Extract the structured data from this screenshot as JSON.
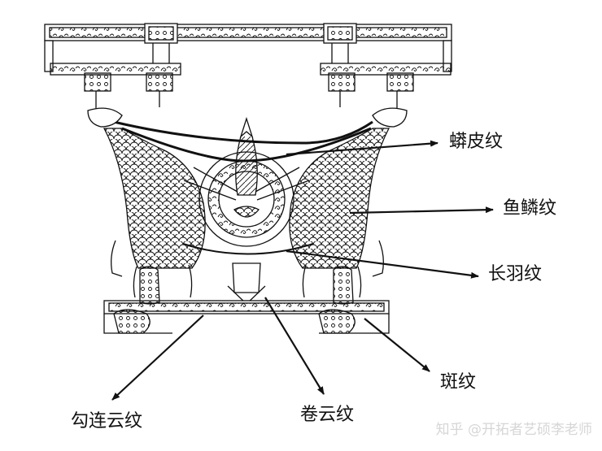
{
  "labels": [
    "蟒皮纹",
    "鱼鳞纹",
    "长羽纹",
    "斑纹",
    "卷云纹",
    "勾连云纹"
  ],
  "watermark": "知乎 @开拓者艺硕李老师",
  "colors": {
    "line": "#111111",
    "paper": "#ffffff",
    "watermark": "#d6d6d6"
  }
}
